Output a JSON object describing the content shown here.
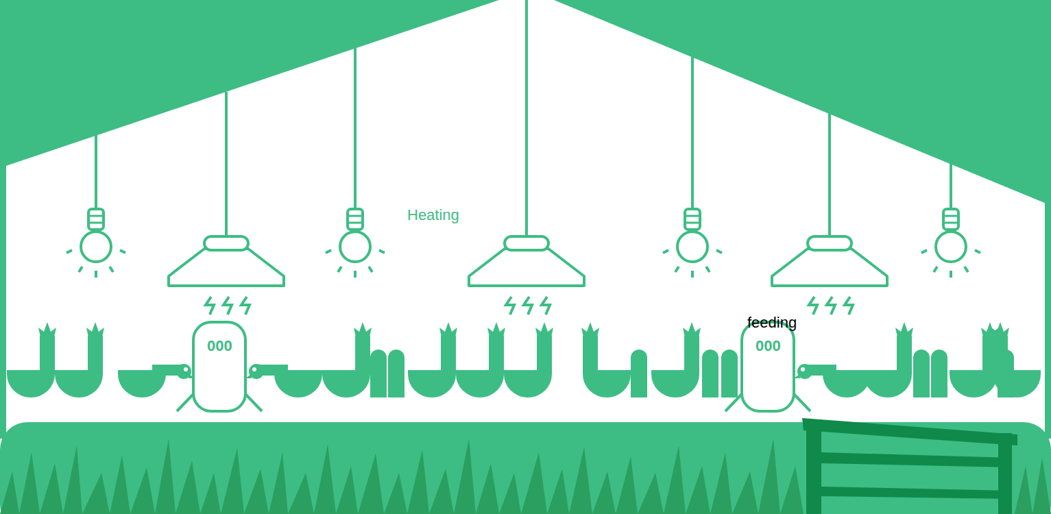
{
  "diagram": {
    "labels": [
      "Heating",
      "feeding",
      "000",
      "000"
    ]
  }
}
